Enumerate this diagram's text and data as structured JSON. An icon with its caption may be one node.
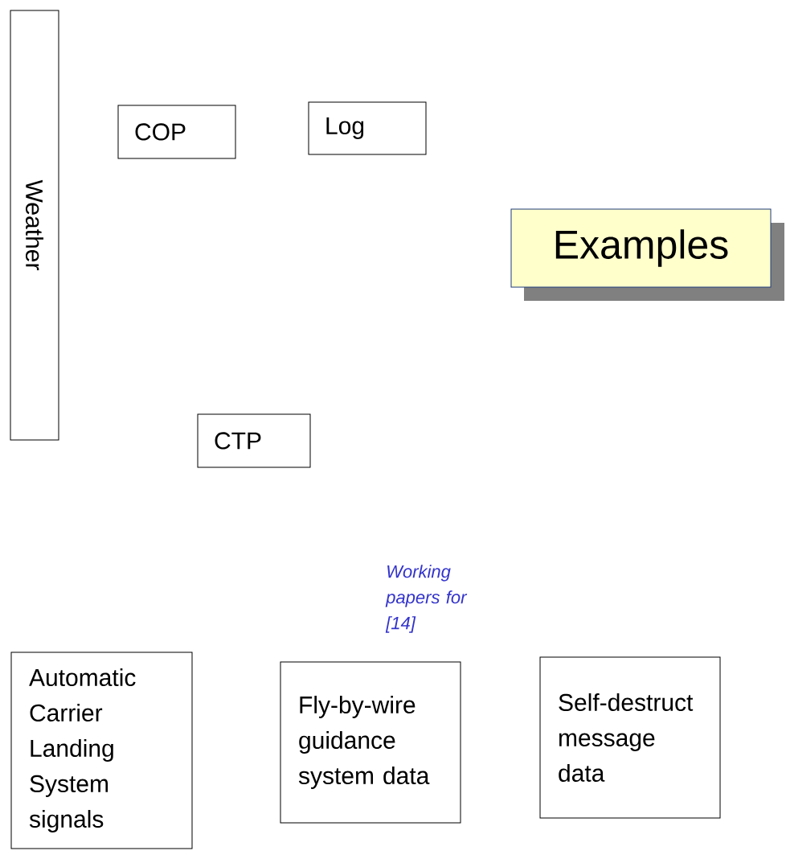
{
  "diagram": {
    "nodes": [
      {
        "text": [
          "Weather"
        ]
      },
      {
        "text": [
          "COP"
        ]
      },
      {
        "text": [
          "Log"
        ]
      },
      {
        "text": [
          "Examples"
        ]
      },
      {
        "text": [
          "CTP"
        ]
      },
      {
        "text": [
          "Automatic Carrier Landing System signals"
        ]
      },
      {
        "text": [
          "Fly-by-wire guidance system data"
        ]
      },
      {
        "text": [
          "Self-destruct message data"
        ]
      }
    ],
    "edges": [],
    "labels": [
      "Working papers for [14]"
    ]
  }
}
